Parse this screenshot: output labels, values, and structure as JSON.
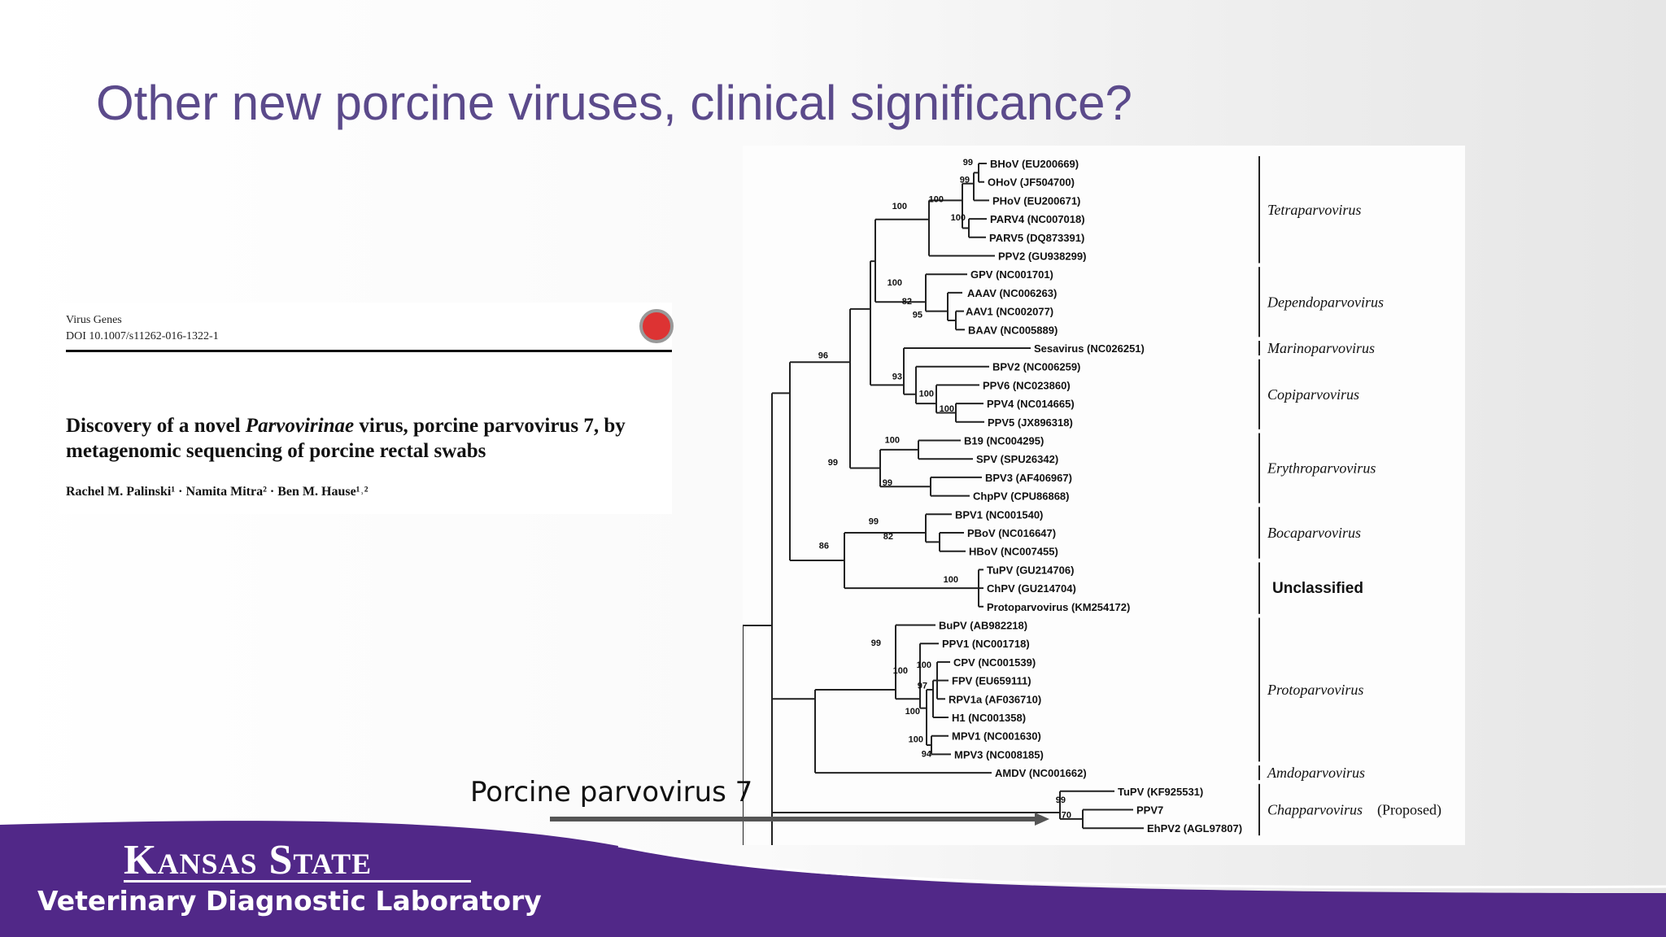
{
  "slide": {
    "title": "Other new porcine viruses, clinical significance?",
    "arrow_label": "Porcine parvovirus 7"
  },
  "paper": {
    "journal": "Virus Genes",
    "doi": "DOI 10.1007/s11262-016-1322-1",
    "title_part1": "Discovery of a novel ",
    "title_italic": "Parvovirinae",
    "title_part2": " virus, porcine parvovirus 7, by metagenomic sequencing of porcine rectal swabs",
    "authors": "Rachel M. Palinski¹ · Namita Mitra² · Ben M. Hause¹˒²"
  },
  "tree": {
    "taxa": [
      "BHoV (EU200669)",
      "OHoV (JF504700)",
      "PHoV (EU200671)",
      "PARV4 (NC007018)",
      "PARV5 (DQ873391)",
      "PPV2 (GU938299)",
      "GPV (NC001701)",
      "AAAV (NC006263)",
      "AAV1 (NC002077)",
      "BAAV (NC005889)",
      "Sesavirus (NC026251)",
      "BPV2 (NC006259)",
      "PPV6 (NC023860)",
      "PPV4 (NC014665)",
      "PPV5 (JX896318)",
      "B19 (NC004295)",
      "SPV (SPU26342)",
      "BPV3 (AF406967)",
      "ChpPV (CPU86868)",
      "BPV1 (NC001540)",
      "PBoV (NC016647)",
      "HBoV (NC007455)",
      "TuPV (GU214706)",
      "ChPV (GU214704)",
      "Protoparvovirus (KM254172)",
      "BuPV (AB982218)",
      "PPV1 (NC001718)",
      "CPV (NC001539)",
      "FPV (EU659111)",
      "RPV1a (AF036710)",
      "H1 (NC001358)",
      "MPV1 (NC001630)",
      "MPV3 (NC008185)",
      "AMDV (NC001662)",
      "TuPV (KF925531)",
      "PPV7",
      "EhPV2 (AGL97807)"
    ],
    "bootstraps": [
      "99",
      "99",
      "100",
      "100",
      "100",
      "100",
      "82",
      "95",
      "96",
      "93",
      "100",
      "100",
      "100",
      "99",
      "99",
      "99",
      "82",
      "86",
      "100",
      "99",
      "100",
      "100",
      "97",
      "100",
      "100",
      "94",
      "99",
      "70"
    ],
    "genera": [
      "Tetraparvovirus",
      "Dependoparvovirus",
      "Marinoparvovirus",
      "Copiparvovirus",
      "Erythroparvovirus",
      "Bocaparvovirus",
      "Unclassified",
      "Protoparvovirus",
      "Amdoparvovirus",
      "Chapparvovirus"
    ],
    "proposed": "(Proposed)"
  },
  "footer": {
    "line1": "Kansas State",
    "line2": "Veterinary Diagnostic Laboratory"
  },
  "colors": {
    "title": "#5b4a8b",
    "footer_purple": "#512888",
    "tree_line": "#222222"
  }
}
